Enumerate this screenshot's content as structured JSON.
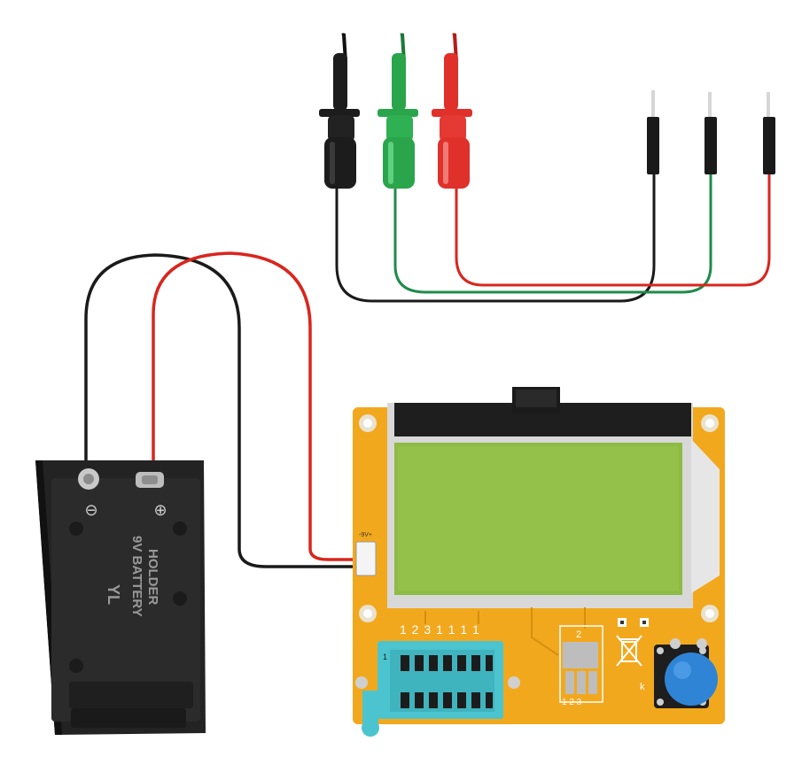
{
  "battery_holder": {
    "label_brand": "YL",
    "label_line1": "9V BATTERY",
    "label_line2": "HOLDER",
    "minus_symbol": "⊖",
    "plus_symbol": "⊕"
  },
  "board": {
    "pin_numbers": "1 2 3 1 1 1 1",
    "transistor_socket_top": "2",
    "transistor_socket_bottom": "1 2 3",
    "button_mark": "k",
    "power_mark": "-9V+",
    "socket_pin_mark": "1"
  },
  "colors": {
    "board": "#f2a81d",
    "lcd": "#8dbb44",
    "button": "#2f84d6",
    "zif_socket": "#4cc4cf",
    "wire_black": "#1a1a1a",
    "wire_red": "#d8261d",
    "wire_green": "#1f8b4a",
    "holder": "#232323"
  },
  "probes": [
    {
      "color_name": "black",
      "hex": "#1c1c1c"
    },
    {
      "color_name": "green",
      "hex": "#2aa54c"
    },
    {
      "color_name": "red",
      "hex": "#e0302a"
    }
  ]
}
